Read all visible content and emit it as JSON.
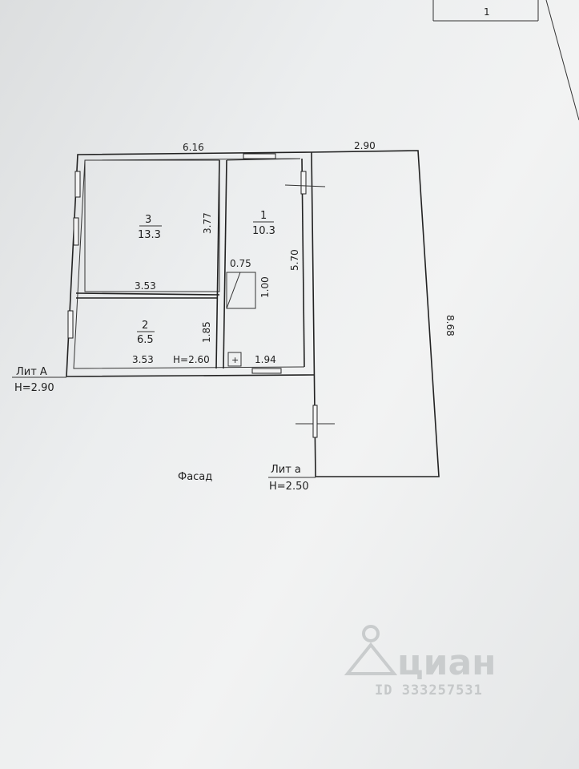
{
  "sheet": {
    "page_number": "1"
  },
  "dimensions": {
    "top_main": "6.16",
    "top_annex": "2.90",
    "right_annex": "8.68",
    "room3_height": "3.77",
    "room3_width": "3.53",
    "room2_width": "3.53",
    "room2_height": "1.85",
    "room1_height": "5.70",
    "stair_width": "0.75",
    "stair_length": "1.00",
    "room1_width": "1.94"
  },
  "rooms": [
    {
      "number": "3",
      "area": "13.3"
    },
    {
      "number": "1",
      "area": "10.3"
    },
    {
      "number": "2",
      "area": "6.5"
    }
  ],
  "heights": {
    "inner": "H=2.60"
  },
  "labels": {
    "lit_a_main": "Лит А",
    "lit_a_main_height": "H=2.90",
    "lit_a_annex": "Лит а",
    "lit_a_annex_height": "H=2.50",
    "facade": "Фасад"
  },
  "watermark": {
    "brand": "циан",
    "id": "ID 333257531"
  }
}
